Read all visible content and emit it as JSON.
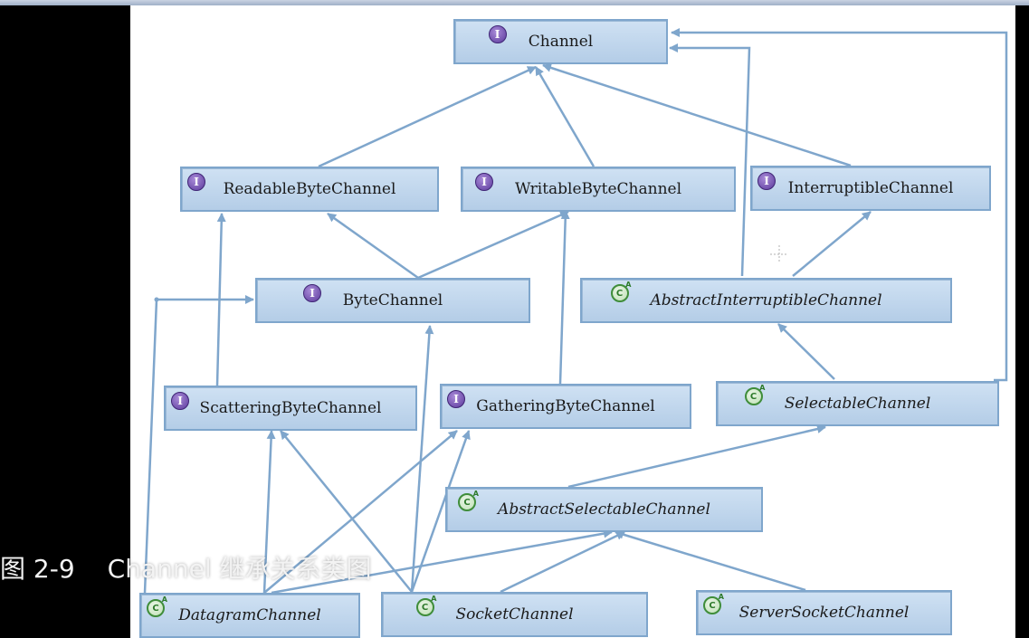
{
  "caption": {
    "number": "图 2-9",
    "title": "Channel 继承关系类图"
  },
  "colors": {
    "edge": "#7fa6cc",
    "node_fill": "#c3d8ee",
    "interface_icon": "#5b3a9c",
    "abstract_icon": "#3f8d3a",
    "caption_text": "#f3f3f3"
  },
  "legend_icons": {
    "interface": "interface-icon",
    "abstract_class": "abstract-class-icon"
  },
  "nodes": {
    "channel": {
      "label": "Channel",
      "kind": "interface",
      "icon": "I"
    },
    "readable_byte_channel": {
      "label": "ReadableByteChannel",
      "kind": "interface",
      "icon": "I"
    },
    "writable_byte_channel": {
      "label": "WritableByteChannel",
      "kind": "interface",
      "icon": "I"
    },
    "interruptible_channel": {
      "label": "InterruptibleChannel",
      "kind": "interface",
      "icon": "I"
    },
    "byte_channel": {
      "label": "ByteChannel",
      "kind": "interface",
      "icon": "I"
    },
    "abstract_interruptible_channel": {
      "label": "AbstractInterruptibleChannel",
      "kind": "abstract",
      "icon": "C"
    },
    "scattering_byte_channel": {
      "label": "ScatteringByteChannel",
      "kind": "interface",
      "icon": "I"
    },
    "gathering_byte_channel": {
      "label": "GatheringByteChannel",
      "kind": "interface",
      "icon": "I"
    },
    "selectable_channel": {
      "label": "SelectableChannel",
      "kind": "abstract",
      "icon": "C"
    },
    "abstract_selectable_channel": {
      "label": "AbstractSelectableChannel",
      "kind": "abstract",
      "icon": "C"
    },
    "datagram_channel": {
      "label": "DatagramChannel",
      "kind": "abstract",
      "icon": "C"
    },
    "socket_channel": {
      "label": "SocketChannel",
      "kind": "abstract",
      "icon": "C"
    },
    "server_socket_channel": {
      "label": "ServerSocketChannel",
      "kind": "abstract",
      "icon": "C"
    }
  },
  "edges": [
    {
      "from": "readable_byte_channel",
      "to": "channel"
    },
    {
      "from": "writable_byte_channel",
      "to": "channel"
    },
    {
      "from": "interruptible_channel",
      "to": "channel"
    },
    {
      "from": "abstract_interruptible_channel",
      "to": "channel"
    },
    {
      "from": "selectable_channel",
      "to": "channel"
    },
    {
      "from": "byte_channel",
      "to": "readable_byte_channel"
    },
    {
      "from": "byte_channel",
      "to": "writable_byte_channel"
    },
    {
      "from": "abstract_interruptible_channel",
      "to": "interruptible_channel"
    },
    {
      "from": "scattering_byte_channel",
      "to": "readable_byte_channel"
    },
    {
      "from": "gathering_byte_channel",
      "to": "writable_byte_channel"
    },
    {
      "from": "selectable_channel",
      "to": "abstract_interruptible_channel"
    },
    {
      "from": "abstract_selectable_channel",
      "to": "selectable_channel"
    },
    {
      "from": "datagram_channel",
      "to": "byte_channel"
    },
    {
      "from": "datagram_channel",
      "to": "scattering_byte_channel"
    },
    {
      "from": "datagram_channel",
      "to": "gathering_byte_channel"
    },
    {
      "from": "datagram_channel",
      "to": "abstract_selectable_channel"
    },
    {
      "from": "socket_channel",
      "to": "byte_channel"
    },
    {
      "from": "socket_channel",
      "to": "scattering_byte_channel"
    },
    {
      "from": "socket_channel",
      "to": "gathering_byte_channel"
    },
    {
      "from": "socket_channel",
      "to": "abstract_selectable_channel"
    },
    {
      "from": "server_socket_channel",
      "to": "abstract_selectable_channel"
    }
  ]
}
